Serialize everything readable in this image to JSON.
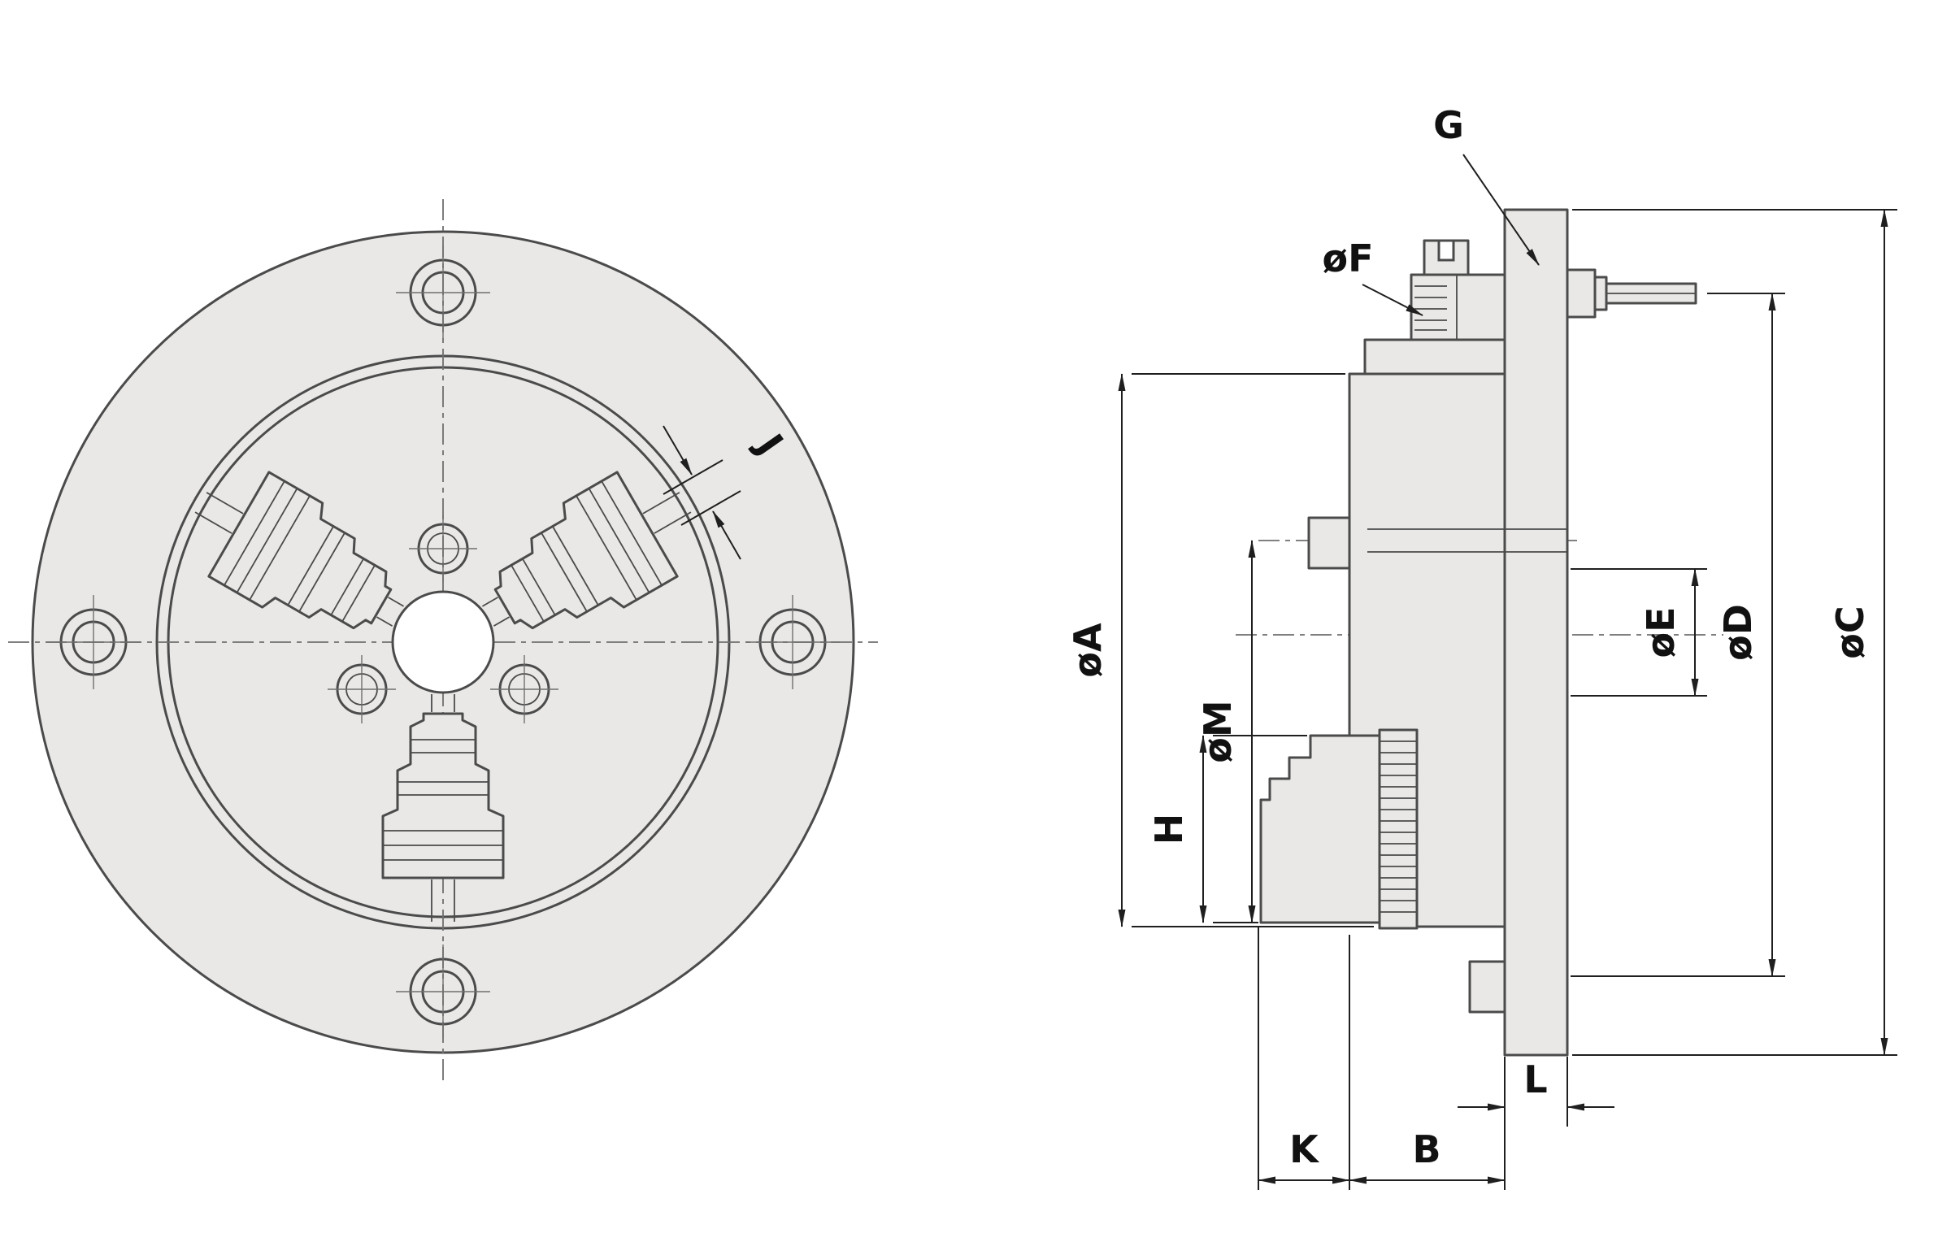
{
  "colors": {
    "background": "#ffffff",
    "part_fill": "#e9e8e6",
    "part_stroke": "#4b4b4b",
    "dim_line": "#1f1f1f",
    "centerline": "#6f6f6f",
    "label_text": "#111111"
  },
  "labels": {
    "front": {
      "j": "J"
    },
    "side": {
      "g": "G",
      "f": "øF",
      "a": "øA",
      "m": "øM",
      "h": "H",
      "e": "øE",
      "d": "øD",
      "c": "øC",
      "l": "L",
      "k": "K",
      "b": "B"
    }
  }
}
